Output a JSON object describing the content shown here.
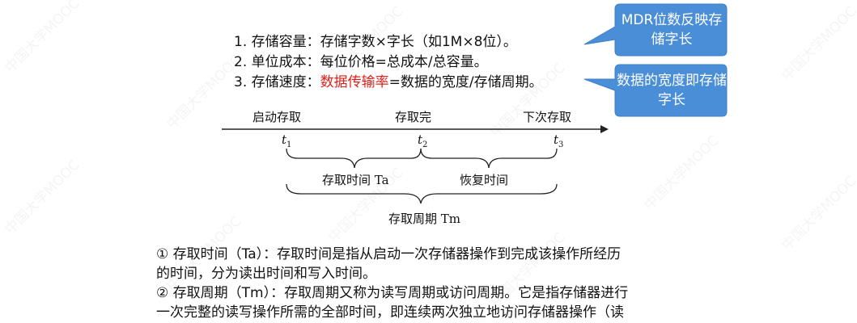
{
  "list": [
    {
      "text": "1. 存储容量：存储字数×字长（如1M×8位）。"
    },
    {
      "prefix": "2. 单位成本：",
      "text": "每位价格=总成本/总容量。"
    },
    {
      "prefix": "3. 存储速度：",
      "highlight": "数据传输率",
      "text": "=数据的宽度/存储周期。"
    }
  ],
  "callouts": [
    {
      "text": "MDR位数反映存储字长",
      "color": "#4a8ed8"
    },
    {
      "text": "数据的宽度即存储字长",
      "color": "#4a8ed8"
    }
  ],
  "diagram": {
    "top_labels": [
      "启动存取",
      "存取完",
      "下次存取"
    ],
    "ticks": [
      {
        "base": "t",
        "sub": "1"
      },
      {
        "base": "t",
        "sub": "2"
      },
      {
        "base": "t",
        "sub": "3"
      }
    ],
    "brace_labels": [
      "存取时间 Ta",
      "恢复时间"
    ],
    "cycle_label": "存取周期 Tm"
  },
  "paragraphs": [
    "① 存取时间（Ta）：存取时间是指从启动一次存储器操作到完成该操作所经历",
    "的时间，分为读出时间和写入时间。",
    "② 存取周期（Tm）：存取周期又称为读写周期或访问周期。它是指存储器进行",
    "一次完整的读写操作所需的全部时间，即连续两次独立地访问存储器操作（读"
  ],
  "watermark": "中国大学MOOC",
  "colors": {
    "accent_red": "#e0201b",
    "callout_blue": "#4a8ed8"
  }
}
